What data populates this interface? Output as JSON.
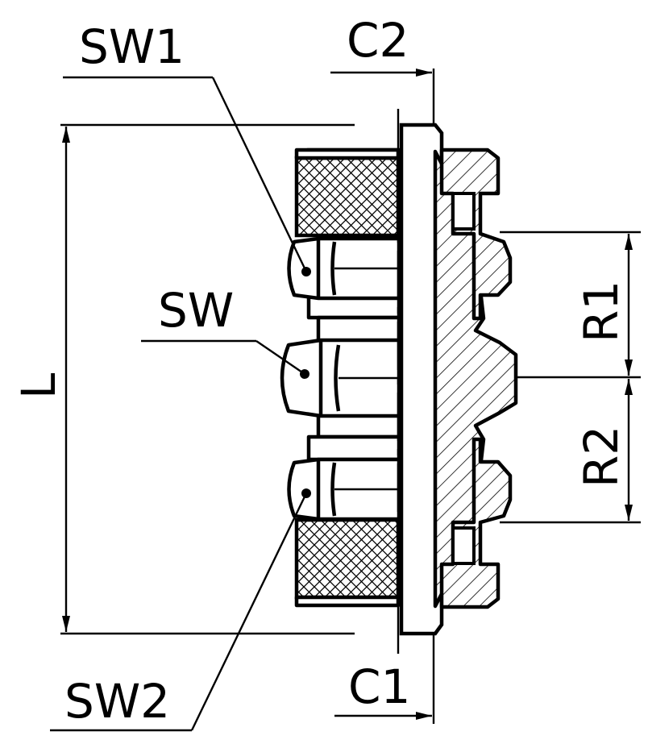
{
  "labels": {
    "sw1": "SW1",
    "sw": "SW",
    "sw2": "SW2",
    "c1": "C1",
    "c2": "C2",
    "l": "L",
    "r1": "R1",
    "r2": "R2"
  }
}
